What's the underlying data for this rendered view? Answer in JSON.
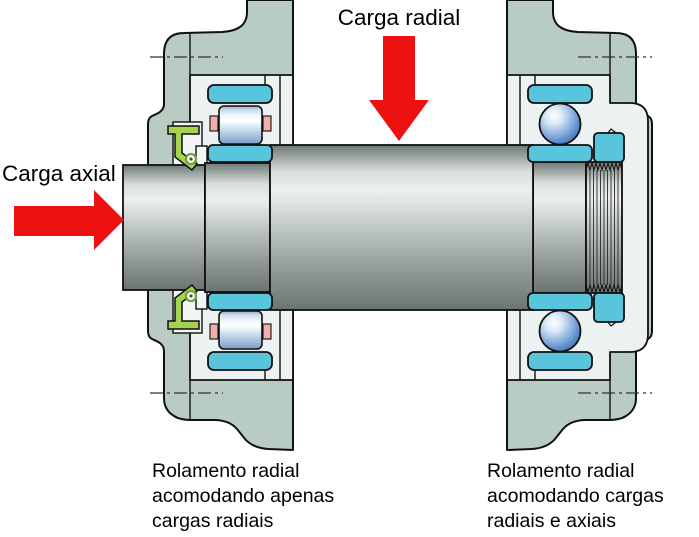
{
  "diagram": {
    "title_context": "Bearing arrangement cross-section",
    "load_labels": {
      "radial": "Carga radial",
      "axial": "Carga axial"
    },
    "captions": {
      "left_bearing": {
        "lines": [
          "Rolamento radial",
          "acomodando apenas",
          "cargas radiais"
        ]
      },
      "right_bearing": {
        "lines": [
          "Rolamento radial",
          "acomodando cargas",
          "radiais e axiais"
        ]
      }
    },
    "colors": {
      "load_arrow_red": "#EE1111",
      "housing_green": "#B9CCC3",
      "bearing_ring_cyan": "#58C5DC",
      "roller_cage_pink": "#F2AEAE",
      "seal_green": "#A6D34F",
      "seal_spring_green": "#6FA436",
      "cavity_white": "#ECF2F2",
      "shaft_gray_mid": "#C0C8C4",
      "outline_black": "#101010"
    }
  }
}
